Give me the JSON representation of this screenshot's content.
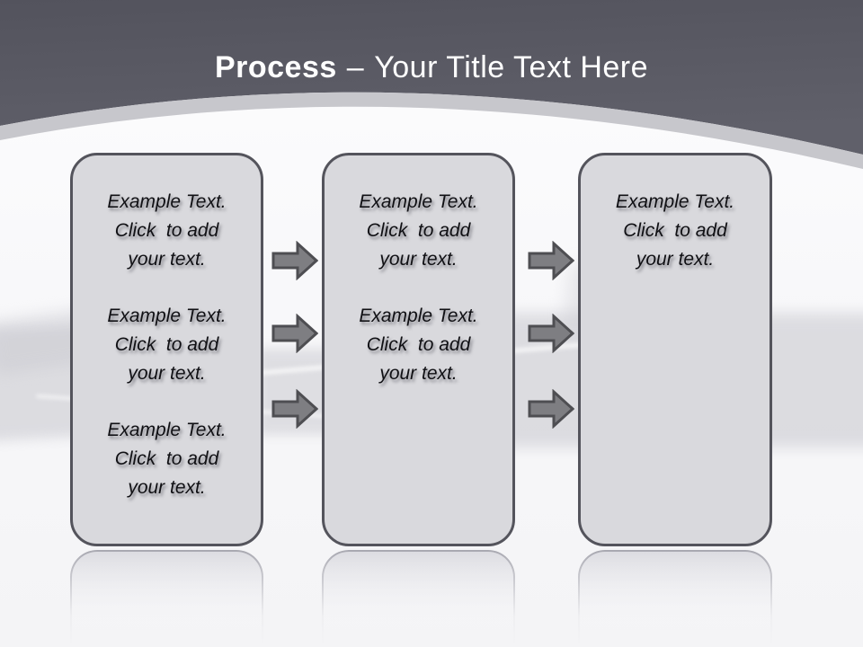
{
  "title": {
    "keyword": "Process",
    "dash": "–",
    "text": "Your Title Text Here"
  },
  "boxes": [
    {
      "name": "process-box-1",
      "paragraphs": [
        "Example Text.\nClick  to add\nyour text.",
        "Example Text.\nClick  to add\nyour text.",
        "Example Text.\nClick  to add\nyour text."
      ]
    },
    {
      "name": "process-box-2",
      "paragraphs": [
        "Example Text.\nClick  to add\nyour text.",
        "Example Text.\nClick  to add\nyour text."
      ]
    },
    {
      "name": "process-box-3",
      "paragraphs": [
        "Example Text.\nClick  to add\nyour text."
      ]
    }
  ],
  "arrows": {
    "icon": "right-arrow-icon",
    "columns": 2,
    "arrows_per_column": 3,
    "direction": "right"
  },
  "colors": {
    "header_top": "#53535d",
    "header_bottom": "#60606a",
    "band": "#c7c7cc",
    "box_fill": "#d9d9dd",
    "box_border": "#54545c",
    "arrow_fill": "#7e7e82",
    "arrow_border": "#4e4e52",
    "title_color": "#ffffff",
    "body_bg": "#f7f7f9"
  }
}
